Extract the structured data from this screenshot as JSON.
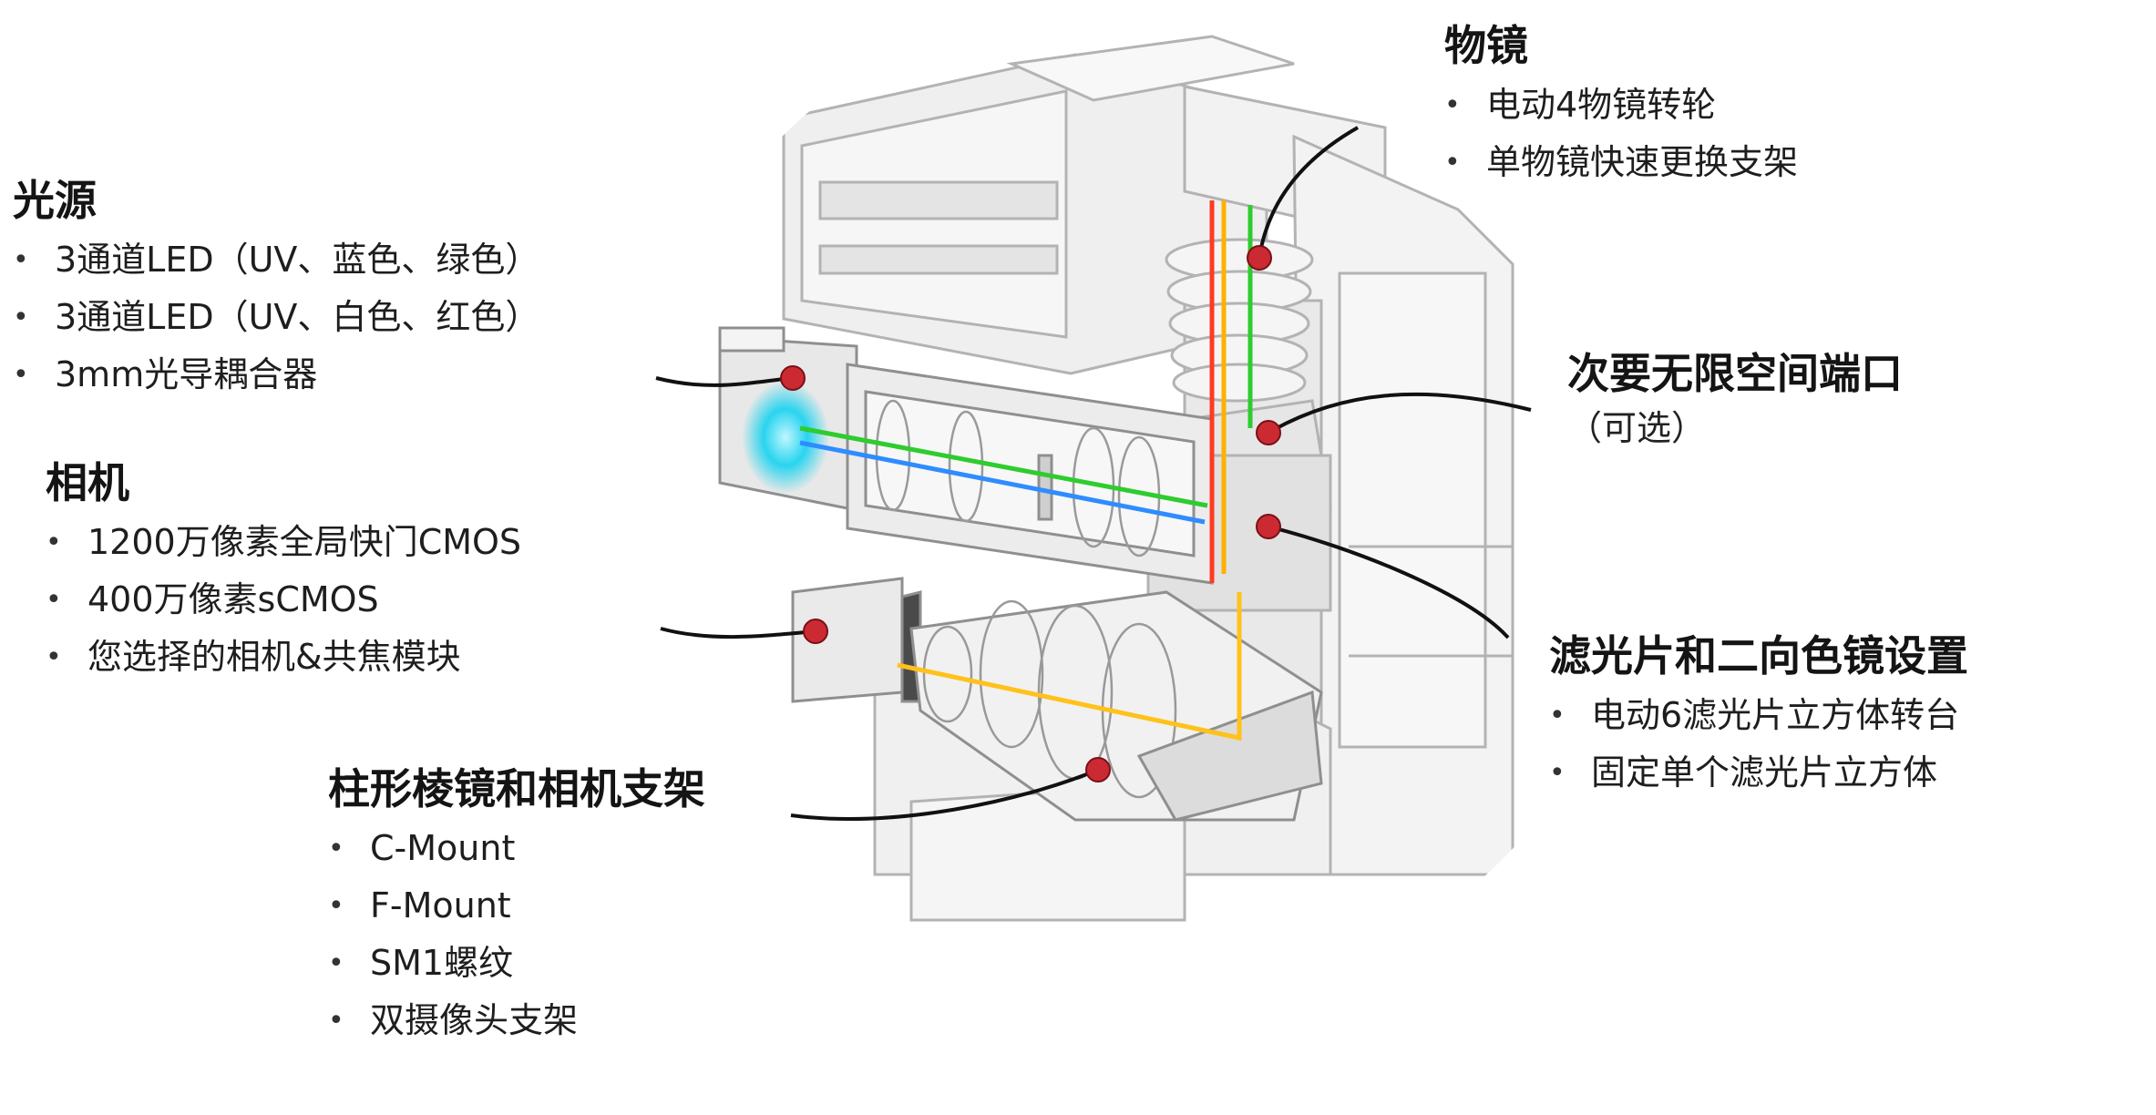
{
  "sections": {
    "objective": {
      "title": "物镜",
      "items": [
        "电动4物镜转轮",
        "单物镜快速更换支架"
      ]
    },
    "light_source": {
      "title": "光源",
      "items": [
        "3通道LED（UV、蓝色、绿色）",
        "3通道LED（UV、白色、红色）",
        "3mm光导耦合器"
      ]
    },
    "camera": {
      "title": "相机",
      "items": [
        "1200万像素全局快门CMOS",
        "400万像素sCMOS",
        "您选择的相机&共焦模块"
      ]
    },
    "secondary_port": {
      "title": "次要无限空间端口",
      "subtitle": "（可选）"
    },
    "filter": {
      "title": "滤光片和二向色镜设置",
      "items": [
        "电动6滤光片立方体转台",
        "固定单个滤光片立方体"
      ]
    },
    "prism": {
      "title": "柱形棱镜和相机支架",
      "items": [
        "C-Mount",
        "F-Mount",
        "SM1螺纹",
        "双摄像头支架"
      ]
    }
  },
  "colors": {
    "beam_red": "#ff3b1f",
    "beam_orange": "#ffb000",
    "beam_green": "#2ecc2e",
    "beam_blue": "#2f8cff",
    "beam_cyan": "#29d4ef",
    "beam_yellow": "#ffc21a",
    "callout_marker": "#cc2a33",
    "housing_gray": "#d6d6d6"
  }
}
